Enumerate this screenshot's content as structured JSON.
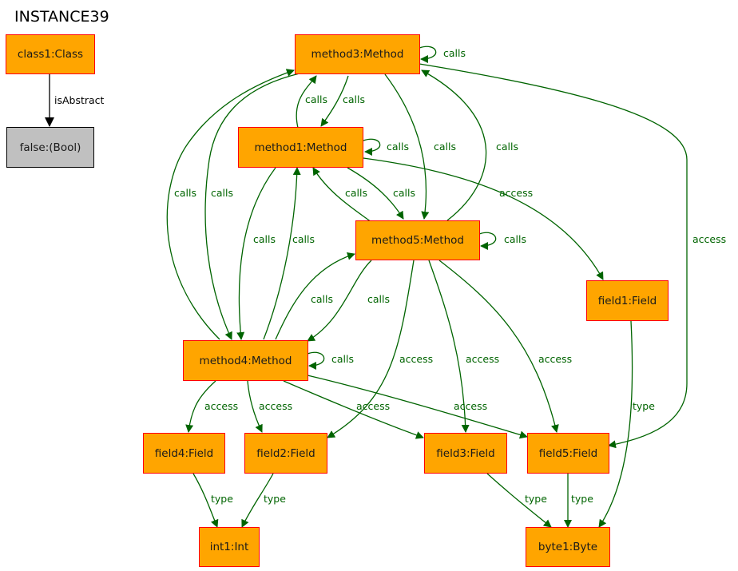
{
  "title": "INSTANCE39",
  "colors": {
    "object_fill": "#ffa500",
    "object_border": "#ff0000",
    "value_fill": "#c0c0c0",
    "value_border": "#000000",
    "edge": "#006400",
    "edge_black": "#000000"
  },
  "nodes": {
    "class1": "class1:Class",
    "false": "false:(Bool)",
    "method3": "method3:Method",
    "method1": "method1:Method",
    "method5": "method5:Method",
    "method4": "method4:Method",
    "field1": "field1:Field",
    "field4": "field4:Field",
    "field2": "field2:Field",
    "field3": "field3:Field",
    "field5": "field5:Field",
    "int1": "int1:Int",
    "byte1": "byte1:Byte"
  },
  "edge_labels": {
    "isAbstract": "isAbstract",
    "calls": "calls",
    "access": "access",
    "type": "type"
  }
}
